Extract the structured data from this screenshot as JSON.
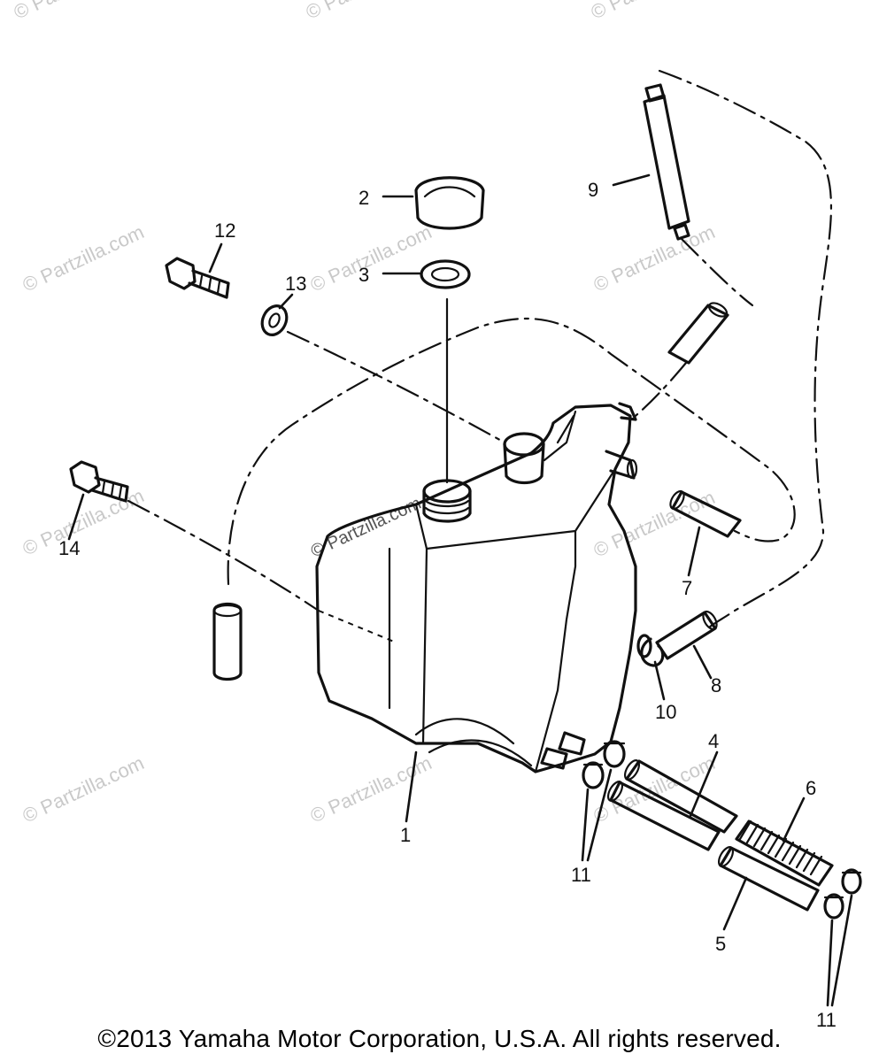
{
  "diagram": {
    "callouts": {
      "p1": "1",
      "p2": "2",
      "p3": "3",
      "p4": "4",
      "p5": "5",
      "p6": "6",
      "p7": "7",
      "p8": "8",
      "p9": "9",
      "p10": "10",
      "p11a": "11",
      "p11b": "11",
      "p12": "12",
      "p13": "13",
      "p14": "14"
    },
    "watermark": "© Partzilla.com"
  },
  "footer": {
    "copyright": "©2013  Yamaha Motor Corporation, U.S.A. All rights reserved."
  }
}
